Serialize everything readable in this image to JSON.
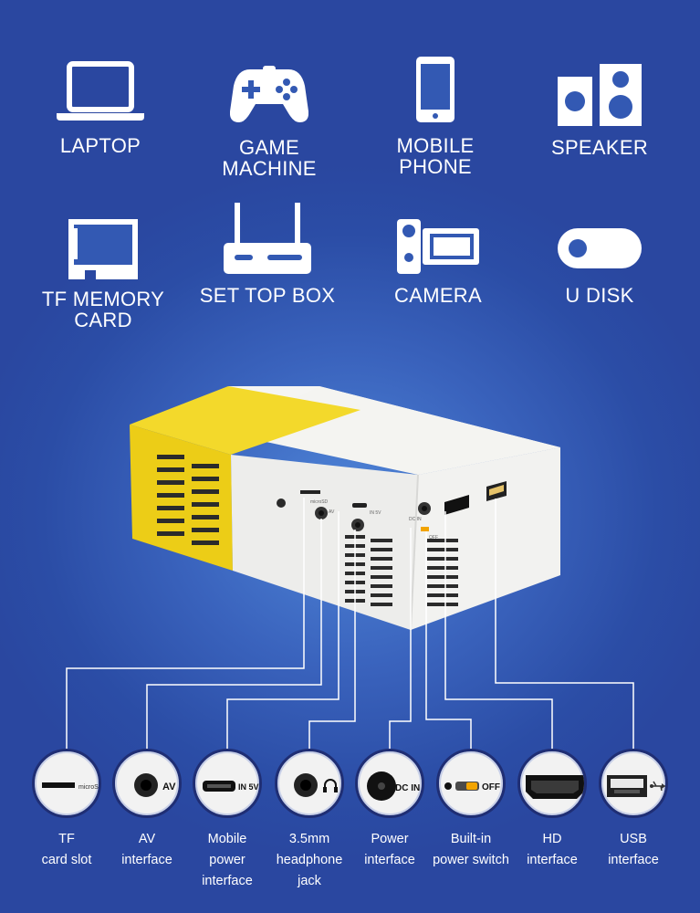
{
  "device_types": [
    {
      "label": "LAPTOP",
      "icon": "laptop-icon"
    },
    {
      "label": "GAME\nMACHINE",
      "icon": "gamepad-icon"
    },
    {
      "label": "MOBILE\nPHONE",
      "icon": "mobile-phone-icon"
    },
    {
      "label": "SPEAKER",
      "icon": "speaker-icon"
    },
    {
      "label": "TF MEMORY\nCARD",
      "icon": "memory-card-icon"
    },
    {
      "label": "SET TOP BOX",
      "icon": "set-top-box-icon"
    },
    {
      "label": "CAMERA",
      "icon": "camera-icon"
    },
    {
      "label": "U DISK",
      "icon": "usb-disk-icon"
    }
  ],
  "projector_port_marks": {
    "tf": "microSD",
    "av": "AV",
    "mobile": "IN 5V",
    "dc": "DC IN",
    "switch": "OFF"
  },
  "ports": [
    {
      "label": "TF\ncard slot",
      "glyph": "microSD"
    },
    {
      "label": "AV\ninterface",
      "glyph": "AV"
    },
    {
      "label": "Mobile\npower\ninterface",
      "glyph": "IN 5V"
    },
    {
      "label": "3.5mm\nheadphone\njack",
      "glyph": "headphone"
    },
    {
      "label": "Power\ninterface",
      "glyph": "DC IN"
    },
    {
      "label": "Built-in\npower switch",
      "glyph": "OFF"
    },
    {
      "label": "HD\ninterface",
      "glyph": "hdmi"
    },
    {
      "label": "USB\ninterface",
      "glyph": "usb"
    }
  ],
  "colors": {
    "background": "#2f52ad",
    "projector_yellow": "#f2d81b",
    "projector_white": "#f4f4f2",
    "circle_border": "#1f2e74"
  }
}
